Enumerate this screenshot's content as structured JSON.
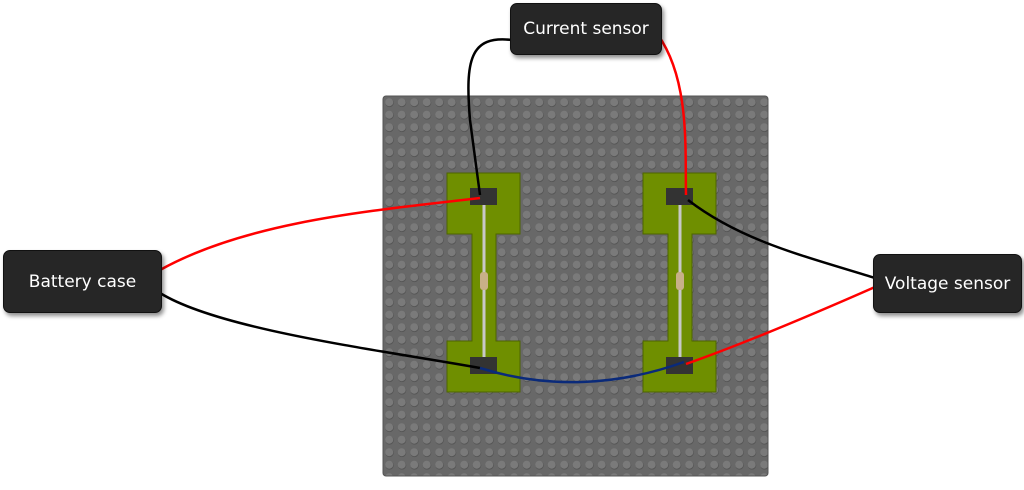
{
  "labels": {
    "current_sensor": "Current sensor",
    "battery_case": "Battery case",
    "voltage_sensor": "Voltage sensor"
  },
  "colors": {
    "plate": "#6a6a6a",
    "pcb": "#6f8f00",
    "wire_red": "#ff0000",
    "wire_black": "#000000",
    "wire_blue": "#0a2a7a",
    "label_bg": "#262626"
  }
}
